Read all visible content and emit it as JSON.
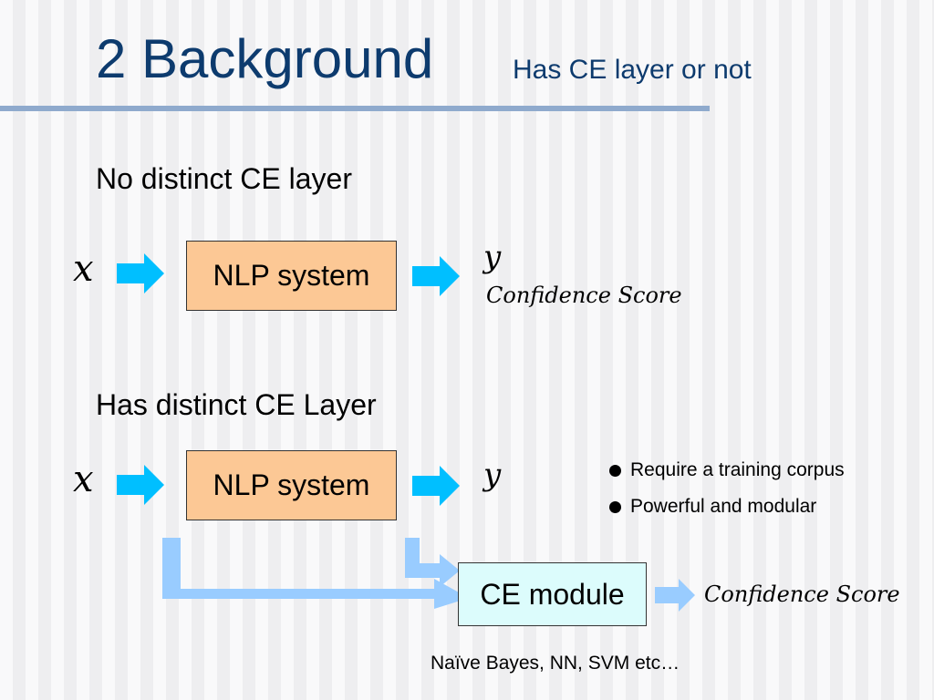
{
  "slide": {
    "title": "2 Background",
    "subtitle": "Has CE layer or not"
  },
  "section_no_ce": {
    "heading": "No distinct CE layer",
    "input_var": "x",
    "system_label": "NLP system",
    "output_var": "y",
    "output_score": "Confidence Score"
  },
  "section_has_ce": {
    "heading": "Has distinct CE Layer",
    "input_var": "x",
    "system_label": "NLP system",
    "output_var": "y",
    "ce_label": "CE module",
    "output_score": "Confidence Score",
    "bullets": [
      "Require a training corpus",
      "Powerful and modular"
    ],
    "methods": "Naïve Bayes, NN, SVM etc…"
  },
  "colors": {
    "title": "#0d3b6e",
    "rule": "#8faacd",
    "arrow_cyan": "#00bfff",
    "arrow_light_blue": "#99ccff",
    "nlp_box": "#fcc895",
    "ce_box": "#dcfcfc"
  }
}
